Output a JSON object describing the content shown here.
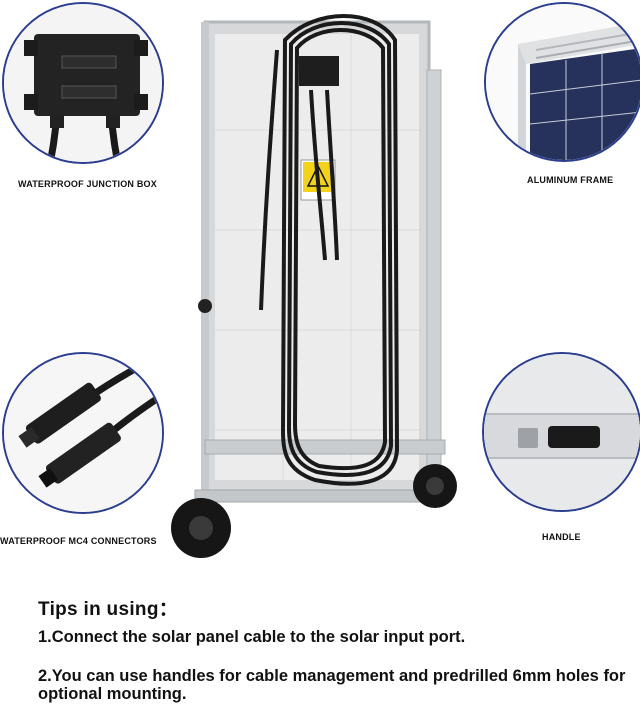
{
  "callouts": [
    {
      "id": "junction-box",
      "caption": "WATERPROOF JUNCTION BOX"
    },
    {
      "id": "aluminum-frame",
      "caption": "ALUMINUM FRAME"
    },
    {
      "id": "mc4-connectors",
      "caption": "WATERPROOF MC4 CONNECTORS"
    },
    {
      "id": "handle",
      "caption": "HANDLE"
    }
  ],
  "tips": {
    "title": "Tips in using：",
    "items": [
      "1.Connect the solar panel cable to the solar input port.",
      "2.You can use handles for cable management and predrilled 6mm holes for optional mounting."
    ]
  },
  "colors": {
    "callout_border": "#2b3d8f",
    "text": "#111111",
    "frame_silver": "#c9cccf",
    "cable_black": "#1a1a1a"
  },
  "icons": [
    "warning-label-icon"
  ]
}
